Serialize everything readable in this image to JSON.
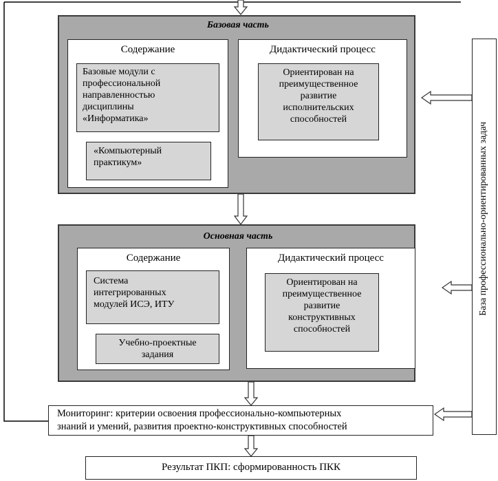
{
  "base_part": {
    "title": "Базовая часть",
    "content_header": "Содержание",
    "content_item_1": "Базовые модули с\nпрофессиональной\nнаправленностью\nдисциплины\n«Информатика»",
    "content_item_2": "«Компьютерный\nпрактикум»",
    "process_header": "Дидактический процесс",
    "process_item": "Ориентирован на\nпреимущественное\nразвитие\nисполнительских\nспособностей"
  },
  "main_part": {
    "title": "Основная часть",
    "content_header": "Содержание",
    "content_item_1": "Система\nинтегрированных\nмодулей ИСЭ, ИТУ",
    "content_item_2": "Учебно-проектные\nзадания",
    "process_header": "Дидактический процесс",
    "process_item": "Ориентирован на\nпреимущественное\nразвитие\nконструктивных\nспособностей"
  },
  "side_box": {
    "label": "База  профессионально-ориентированных задач"
  },
  "monitoring": {
    "text": "Мониторинг: критерии освоения профессионально-компьютерных\nзнаний и умений, развития проектно-конструктивных способностей"
  },
  "result": {
    "text": "Результат ПКП: сформированность ПКК"
  }
}
